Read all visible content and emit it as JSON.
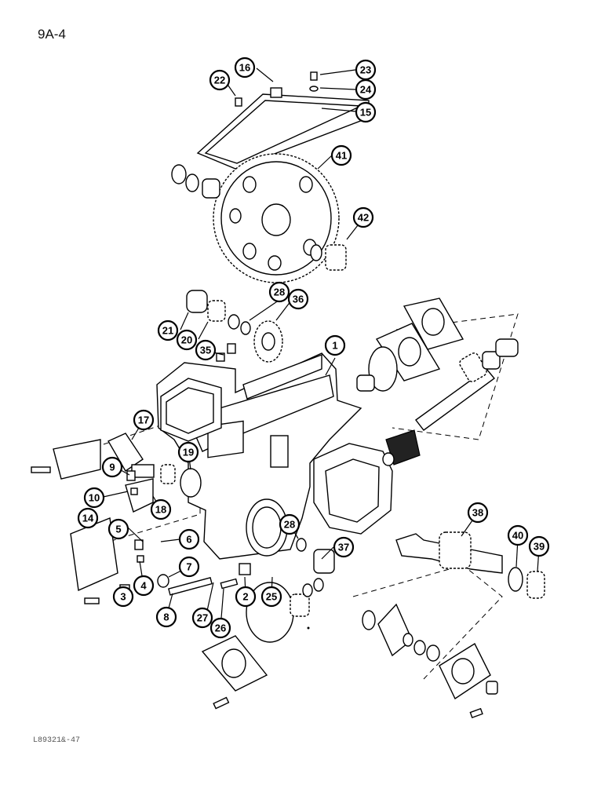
{
  "page": {
    "number": "9A-4",
    "figure_code": "L89321&-47"
  },
  "callouts": [
    "1",
    "2",
    "3",
    "4",
    "5",
    "6",
    "7",
    "8",
    "9",
    "10",
    "14",
    "15",
    "16",
    "17",
    "18",
    "19",
    "20",
    "21",
    "22",
    "23",
    "24",
    "25",
    "26",
    "27",
    "28",
    "28",
    "35",
    "36",
    "37",
    "38",
    "39",
    "40",
    "41",
    "42"
  ]
}
